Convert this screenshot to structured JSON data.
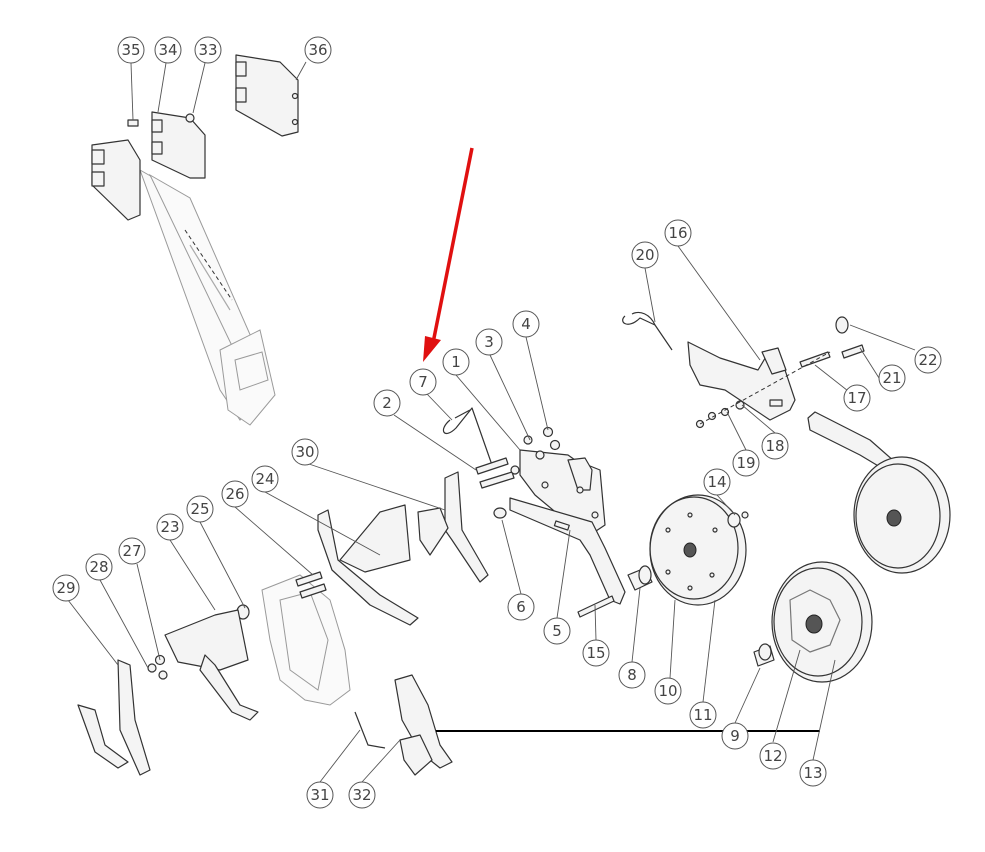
{
  "diagram": {
    "callouts": [
      "1",
      "2",
      "3",
      "4",
      "5",
      "6",
      "7",
      "8",
      "9",
      "10",
      "11",
      "12",
      "13",
      "14",
      "15",
      "16",
      "17",
      "18",
      "19",
      "20",
      "21",
      "22",
      "23",
      "24",
      "25",
      "26",
      "27",
      "28",
      "29",
      "30",
      "31",
      "32",
      "33",
      "34",
      "35",
      "36"
    ]
  },
  "colors": {
    "arrow": "#e01010",
    "line": "#333333",
    "callout_stroke": "#555555"
  }
}
